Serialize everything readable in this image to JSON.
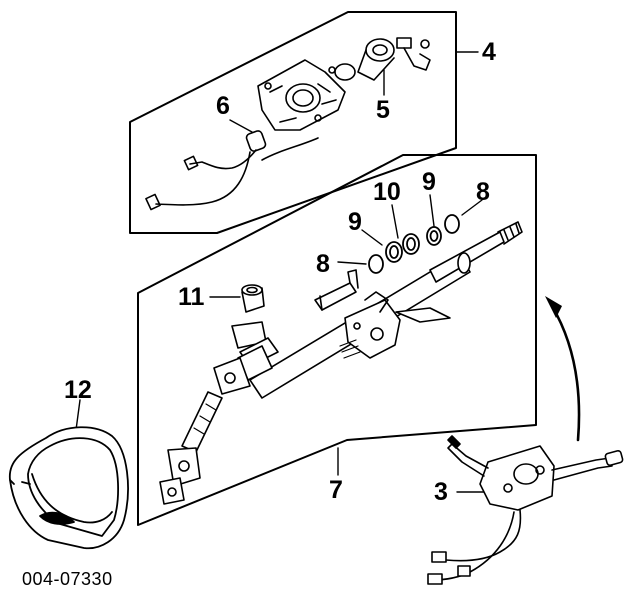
{
  "callouts": {
    "c3": "3",
    "c4": "4",
    "c5": "5",
    "c6": "6",
    "c7": "7",
    "c8_top": "8",
    "c8_left": "8",
    "c9_top": "9",
    "c9_left": "9",
    "c10": "10",
    "c11": "11",
    "c12": "12"
  },
  "document_id": "004-07330",
  "colors": {
    "line": "#000000",
    "background": "#ffffff",
    "fill": "#ffffff",
    "shade": "#d9d9d9"
  }
}
